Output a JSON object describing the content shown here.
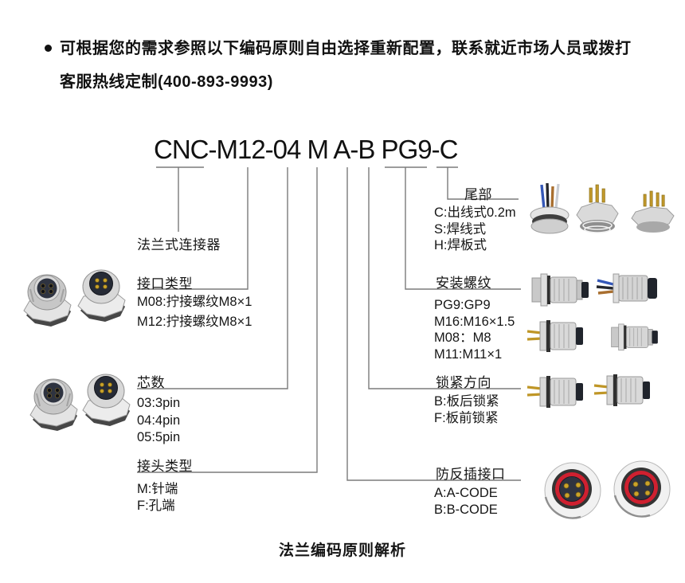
{
  "colors": {
    "text": "#111111",
    "leader_line": "#7b7b7b",
    "red_insert": "#cf2030",
    "gold_pin": "#c2992b",
    "wire_blue": "#3558b8",
    "wire_black": "#24262c",
    "wire_orange": "#a96f2f",
    "wire_white": "#c9ccd2"
  },
  "note": {
    "line1": "可根据您的需求参照以下编码原则自由选择重新配置，联系就近市场人员或拨打",
    "line2": "客服热线定制(400-893-9993)"
  },
  "title": "CNC-M12-04 M A-B PG9-C",
  "caption": "法兰编码原则解析",
  "sections": {
    "flange": {
      "label": "法兰式连接器"
    },
    "interface_type": {
      "title": "接口类型",
      "items": [
        "M08:拧接螺纹M8×1",
        "M12:拧接螺纹M8×1"
      ]
    },
    "pin_count": {
      "title": "芯数",
      "items": [
        "03:3pin",
        "04:4pin",
        "05:5pin"
      ]
    },
    "connector_type": {
      "title": "接头类型",
      "items": [
        "M:针端",
        "F:孔端"
      ]
    },
    "tail": {
      "title": "尾部",
      "items": [
        "C:出线式0.2m",
        "S:焊线式",
        "H:焊板式"
      ]
    },
    "mounting_thread": {
      "title": "安装螺纹",
      "items": [
        "PG9:GP9",
        "M16:M16×1.5",
        "M08：M8",
        "M11:M11×1"
      ]
    },
    "locking_direction": {
      "title": "锁紧方向",
      "items": [
        "B:板后锁紧",
        "F:板前锁紧"
      ]
    },
    "anti_misplug": {
      "title": "防反插接口",
      "items": [
        "A:A-CODE",
        "B:B-CODE"
      ]
    }
  }
}
